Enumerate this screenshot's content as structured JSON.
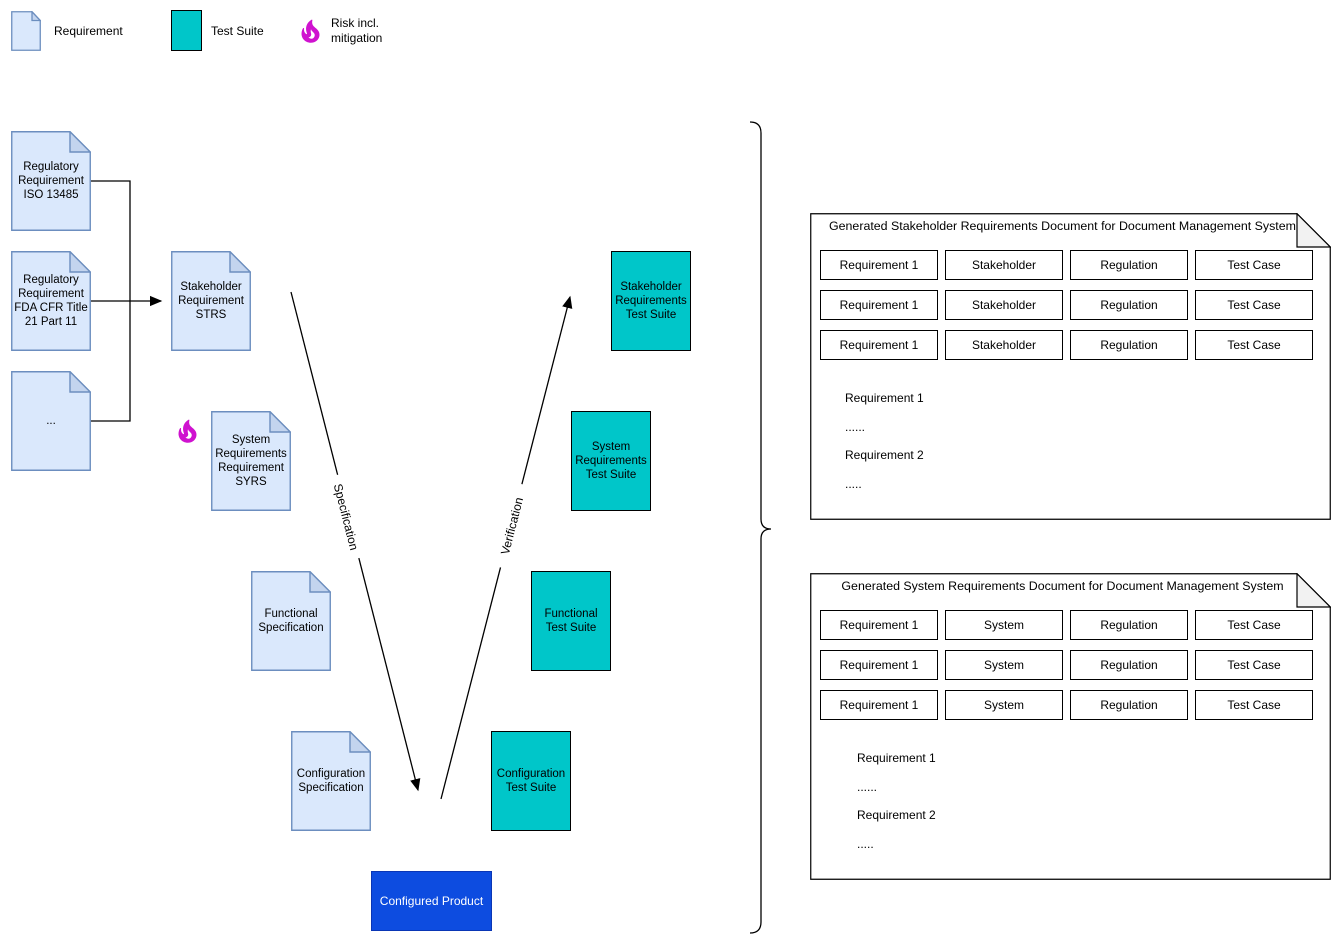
{
  "legend": {
    "requirement_label": "Requirement",
    "test_suite_label": "Test Suite",
    "risk_label": "Risk incl. mitigation"
  },
  "colors": {
    "document_fill": "#dae8fc",
    "document_border": "#6c8ebf",
    "document_fold": "#c3d4ee",
    "test_suite_fill": "#00c6c9",
    "test_suite_border": "#000000",
    "product_fill": "#0d4ce0",
    "product_border": "#0a36b5",
    "risk_icon": "#cf12cf",
    "panel_fold": "#f2f2f2",
    "line": "#000000"
  },
  "documents": [
    {
      "label": "Regulatory\nRequirement\nISO 13485"
    },
    {
      "label": "Regulatory\nRequirement\nFDA CFR Title\n21 Part 11"
    },
    {
      "label": "..."
    },
    {
      "label": "Stakeholder\nRequirement\nSTRS"
    },
    {
      "label": "System\nRequirements\nRequirement\nSYRS"
    },
    {
      "label": "Functional\nSpecification"
    },
    {
      "label": "Configuration\nSpecification"
    }
  ],
  "test_suites": [
    {
      "label": "Stakeholder\nRequirements\nTest Suite"
    },
    {
      "label": "System\nRequirements\nTest Suite"
    },
    {
      "label": "Functional\nTest Suite"
    },
    {
      "label": "Configuration\nTest Suite"
    }
  ],
  "product_label": "Configured Product",
  "edge_labels": {
    "specification": "Specification",
    "verification": "Verification"
  },
  "panels": [
    {
      "title": "Generated Stakeholder Requirements Document for Document Management System",
      "rows": [
        [
          "Requirement 1",
          "Stakeholder",
          "Regulation",
          "Test Case"
        ],
        [
          "Requirement 1",
          "Stakeholder",
          "Regulation",
          "Test Case"
        ],
        [
          "Requirement 1",
          "Stakeholder",
          "Regulation",
          "Test Case"
        ]
      ],
      "body": [
        "Requirement 1",
        "......",
        "Requirement 2",
        "....."
      ]
    },
    {
      "title": "Generated System Requirements Document for Document Management System",
      "rows": [
        [
          "Requirement 1",
          "System",
          "Regulation",
          "Test Case"
        ],
        [
          "Requirement 1",
          "System",
          "Regulation",
          "Test Case"
        ],
        [
          "Requirement 1",
          "System",
          "Regulation",
          "Test Case"
        ]
      ],
      "body": [
        "Requirement 1",
        "......",
        "Requirement 2",
        "....."
      ]
    }
  ]
}
